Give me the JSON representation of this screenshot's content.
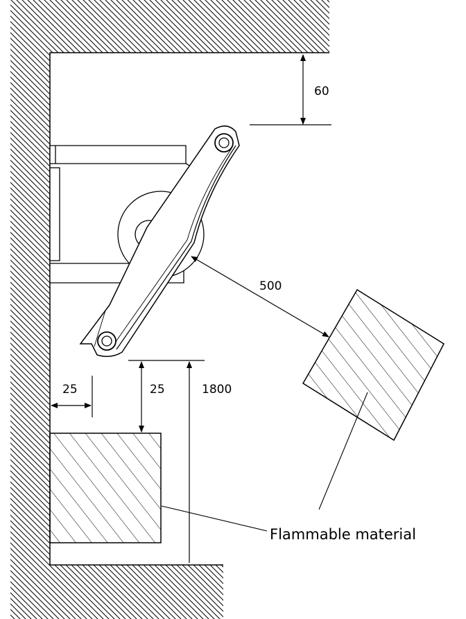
{
  "dimensions": {
    "top_clearance": "60",
    "side_clearance": "25",
    "bottom_clearance": "25",
    "mount_height": "1800",
    "diagonal_clearance": "500"
  },
  "labels": {
    "flammable_material": "Flammable material"
  },
  "colors": {
    "line": "#000000",
    "fill": "#ffffff"
  }
}
